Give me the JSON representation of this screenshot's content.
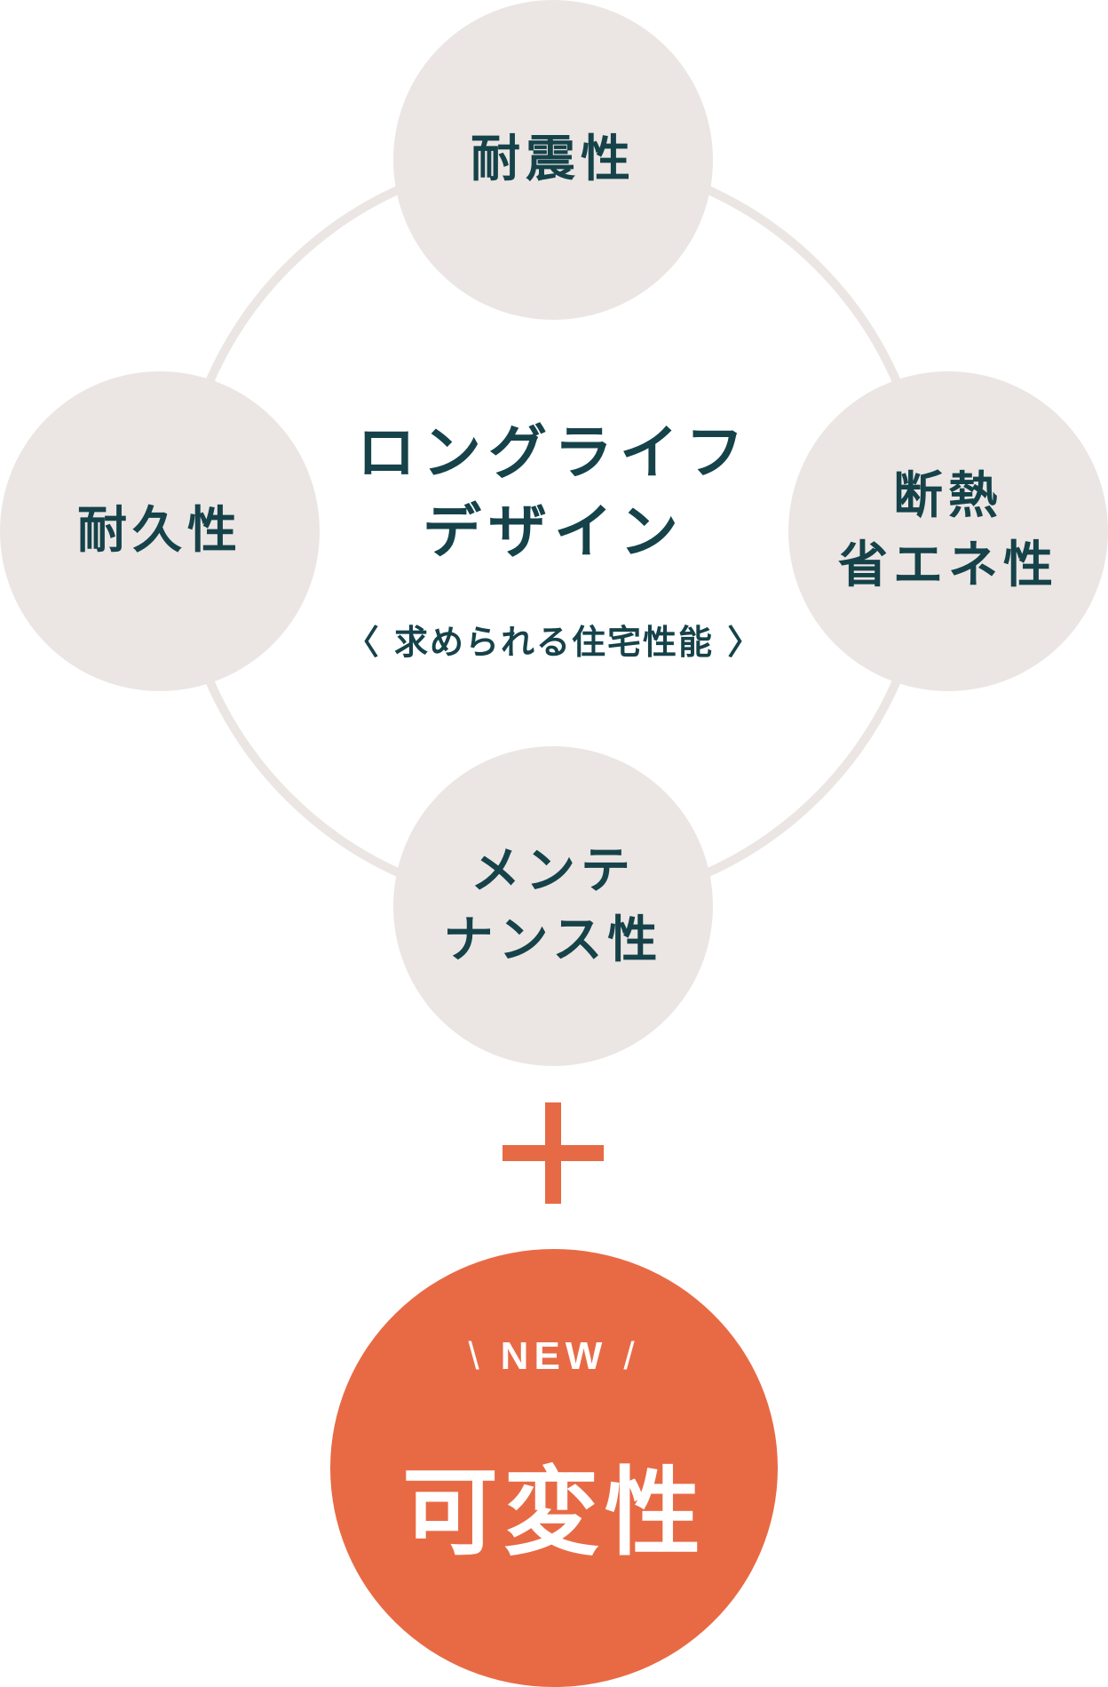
{
  "diagram": {
    "center": {
      "title_lines": [
        "ロングライフ",
        "デザイン"
      ],
      "subtitle": "〈 求められる住宅性能 〉"
    },
    "nodes": {
      "top": {
        "lines": [
          "耐震性"
        ]
      },
      "left": {
        "lines": [
          "耐久性"
        ]
      },
      "right": {
        "lines": [
          "断熱",
          "省エネ性"
        ]
      },
      "bottom": {
        "lines": [
          "メンテ",
          "ナンス性"
        ]
      }
    },
    "plus_symbol": "+",
    "addition": {
      "tag": "NEW",
      "tag_left_deco": "\\",
      "tag_right_deco": "/",
      "label": "可変性"
    },
    "colors": {
      "node_fill": "#ebe6e3",
      "ring_stroke": "#ebe6e3",
      "text_dark": "#16424a",
      "accent": "#e86a45",
      "white": "#ffffff"
    }
  }
}
